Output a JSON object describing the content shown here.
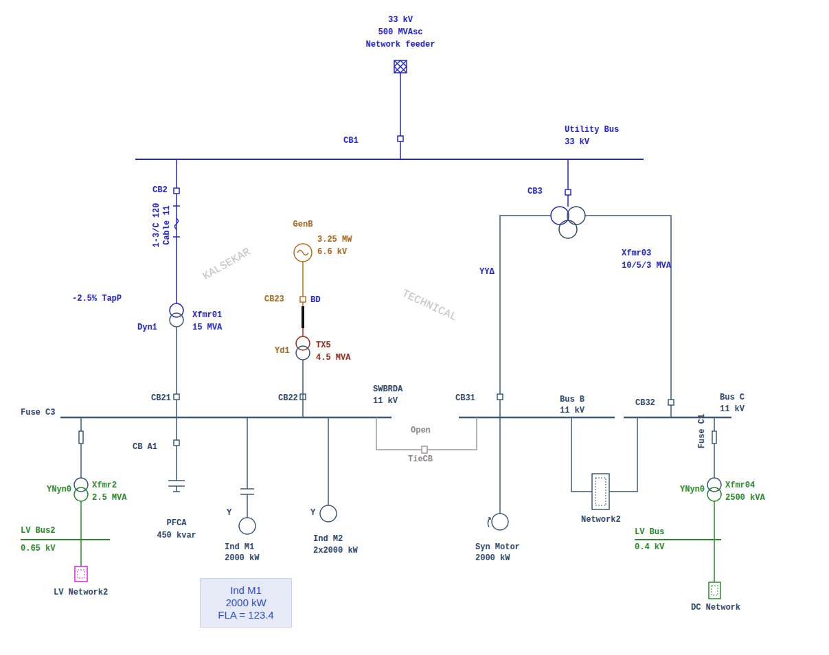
{
  "diagram": {
    "nodes": [
      {
        "text": [
          "Network2"
        ]
      },
      {
        "text": [
          "LV Network2"
        ]
      },
      {
        "text": [
          "DC Network"
        ]
      },
      {
        "text": [
          "Ind M1",
          "2000 kW",
          "FLA = 123.4"
        ]
      }
    ],
    "labels": [
      "33 kV",
      "500 MVAsc",
      "Network feeder",
      "CB1",
      "Utility Bus",
      "33 kV",
      "CB2",
      "CB3",
      "1-3/C 120",
      "Cable 11",
      "GenB",
      "3.25 MW",
      "6.6 kV",
      "CB23",
      "BD",
      "-2.5% TapP",
      "Dyn1",
      "Xfmr01",
      "15 MVA",
      "Yd1",
      "TX5",
      "4.5 MVA",
      "YYΔ",
      "Xfmr03",
      "10/5/3 MVA",
      "SWBRDA",
      "11 kV",
      "CB21",
      "CB22",
      "CB31",
      "Bus B",
      "11 kV",
      "CB32",
      "Bus C",
      "11 kV",
      "Fuse C3",
      "Open",
      "TieCB",
      "CB A1",
      "Fuse C1",
      "YNyn0",
      "Xfmr2",
      "2.5 MVA",
      "LV Bus2",
      "0.65 kV",
      "PFCA",
      "450 kvar",
      "Y",
      "Ind M1",
      "2000 kW",
      "Y",
      "Ind M2",
      "2x2000 kW",
      "Syn Motor",
      "2000 kW",
      "Xfmr04",
      "2500 kVA",
      "YNyn0",
      "LV Bus",
      "0.4 kV",
      "KALSEKAR",
      "TECHNICAL"
    ]
  }
}
